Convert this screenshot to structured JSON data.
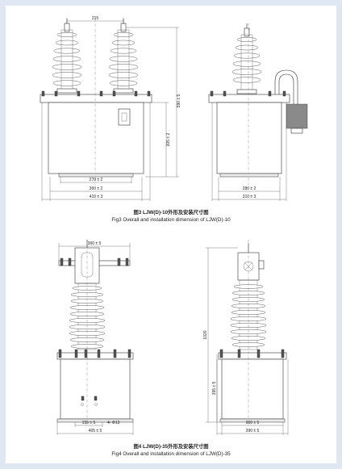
{
  "fig3": {
    "caption_cn": "图3 LJW(D)-10外形及安装尺寸图",
    "caption_en": "Fig3 Overall and installation dimension of LJW(D)-10",
    "dims": {
      "top_spacing": "215",
      "total_height": "590 ± 5",
      "body_height": "305 ± 2",
      "mount_a": "270 ± 2",
      "mount_b": "360 ± 2",
      "width_total": "410 ± 3",
      "side_mount": "280 ± 2",
      "side_width": "310 ± 3"
    }
  },
  "fig4": {
    "caption_cn": "图4 LJW(D)-35外形及安装尺寸图",
    "caption_en": "Fig4 Overall and installation dimension of LJW(D)-35",
    "dims": {
      "top_width": "360 ± 5",
      "total_height": "1020",
      "body_height": "395 ± 5",
      "hole_spacing": "155 ± 5",
      "holes": "4- Φ13",
      "base_width": "405 ± 5",
      "side_mount": "360 ± 5",
      "side_width": "390 ± 5"
    }
  }
}
